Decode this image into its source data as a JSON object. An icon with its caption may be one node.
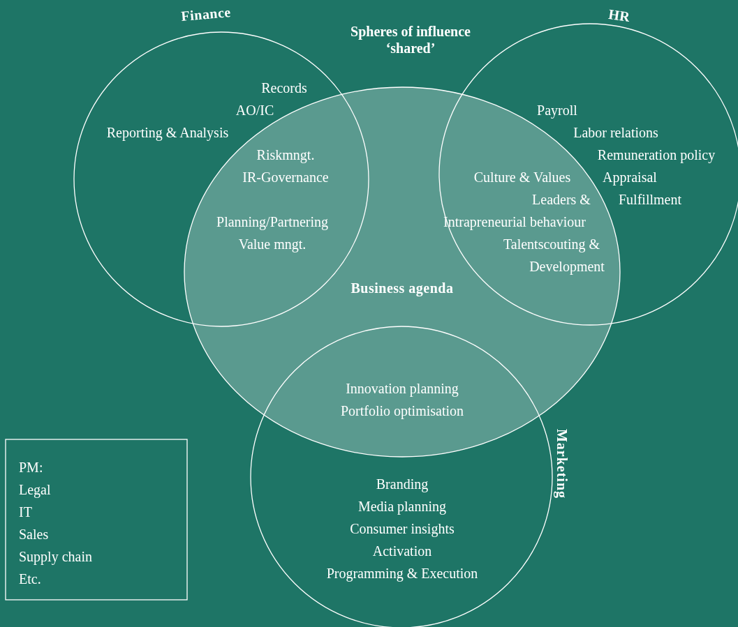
{
  "diagram": {
    "nodes": [
      {
        "text": [
          "Finance"
        ]
      },
      {
        "text": [
          "HR"
        ]
      },
      {
        "text": [
          "Business agenda"
        ]
      },
      {
        "text": [
          "Marketing"
        ]
      },
      {
        "text": [
          "PM:",
          "Legal",
          "IT",
          "Sales",
          "Supply chain",
          "Etc."
        ]
      }
    ],
    "labels": [
      "Spheres of influence ‘shared’",
      "Records",
      "AO/IC",
      "Reporting & Analysis",
      "Riskmngt.",
      "IR-Governance",
      "Planning/Partnering",
      "Value mngt.",
      "Payroll",
      "Labor relations",
      "Remuneration policy",
      "Culture & Values",
      "Appraisal",
      "Leaders &",
      "Fulfillment",
      "Intrapreneurial behaviour",
      "Talentscouting &",
      "Development",
      "Innovation planning",
      "Portfolio optimisation",
      "Branding",
      "Media planning",
      "Consumer insights",
      "Activation",
      "Programming & Execution"
    ]
  }
}
